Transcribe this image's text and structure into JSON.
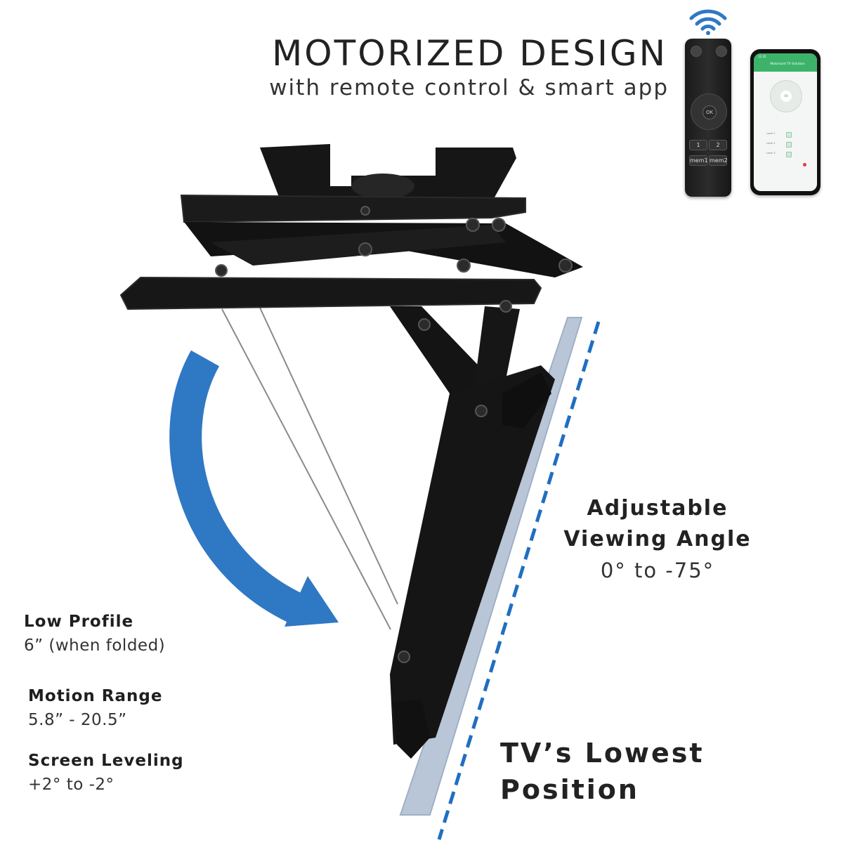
{
  "header": {
    "title": "MOTORIZED DESIGN",
    "subtitle": "with remote control & smart app"
  },
  "remote": {
    "ok_label": "OK",
    "key_1": "1",
    "key_2": "2",
    "key_mem1": "mem1",
    "key_mem2": "mem2"
  },
  "phone": {
    "time": "12:35",
    "app_title": "Motorized TV Solution",
    "center_label": "OK",
    "rows": [
      "Level 1",
      "Level 2",
      "Level 3"
    ]
  },
  "angle": {
    "title_line1": "Adjustable",
    "title_line2": "Viewing Angle",
    "value": "0° to -75°"
  },
  "specs": [
    {
      "title": "Low Profile",
      "value": "6” (when folded)"
    },
    {
      "title": "Motion Range",
      "value": "5.8” - 20.5”"
    },
    {
      "title": "Screen Leveling",
      "value": "+2° to -2°"
    }
  ],
  "lowest": {
    "line1": "TV’s Lowest",
    "line2": "Position"
  },
  "colors": {
    "arrow_blue": "#2f78c4",
    "dash_blue": "#1f6fc0",
    "tv_panel": "#b9c6d8",
    "mount_black": "#151515"
  },
  "icons": {
    "wifi": "wifi-icon",
    "arrow": "curved-arrow-icon"
  }
}
